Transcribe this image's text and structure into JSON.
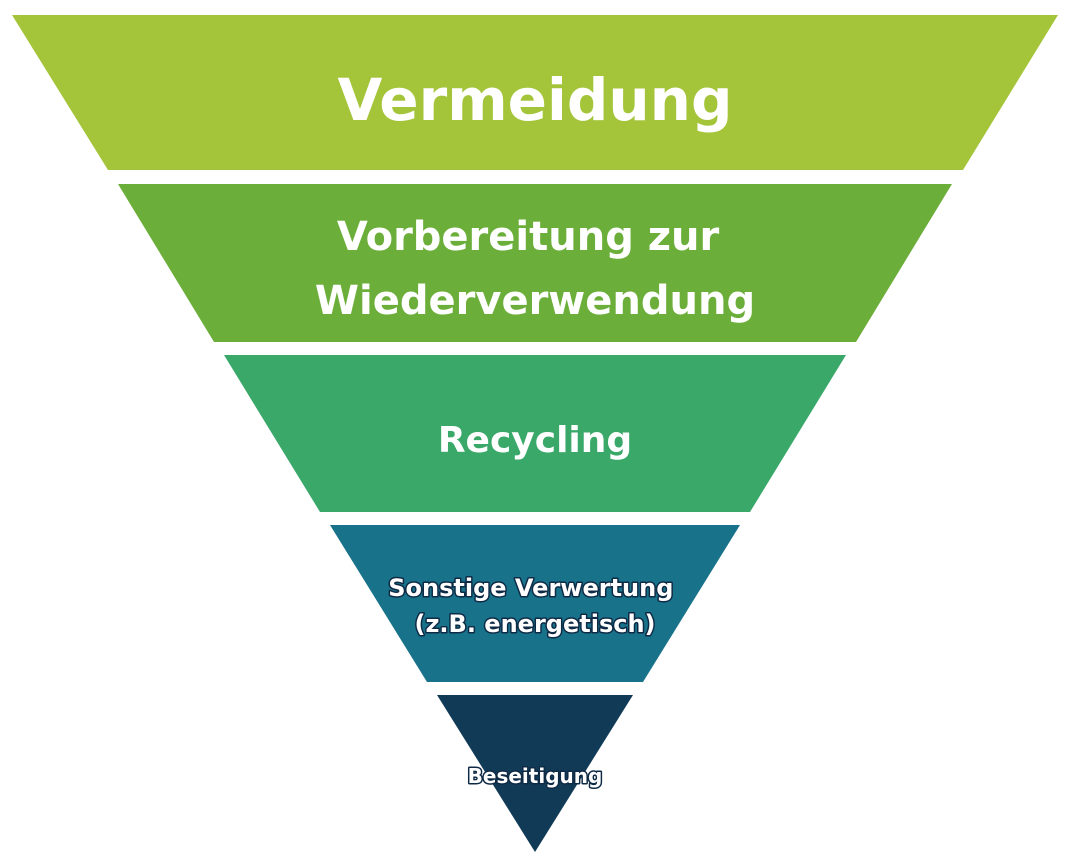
{
  "diagram": {
    "type": "inverted-pyramid",
    "tiers": [
      {
        "lines": [
          "Vermeidung"
        ],
        "color": "#a4c439"
      },
      {
        "lines": [
          "Vorbereitung zur",
          "Wiederverwendung"
        ],
        "color": "#6cae3a"
      },
      {
        "lines": [
          "Recycling"
        ],
        "color": "#39a869"
      },
      {
        "lines": [
          "Sonstige Verwertung",
          "(z.B. energetisch)"
        ],
        "color": "#17728a"
      },
      {
        "lines": [
          "Beseitigung"
        ],
        "color": "#113a57"
      }
    ]
  }
}
